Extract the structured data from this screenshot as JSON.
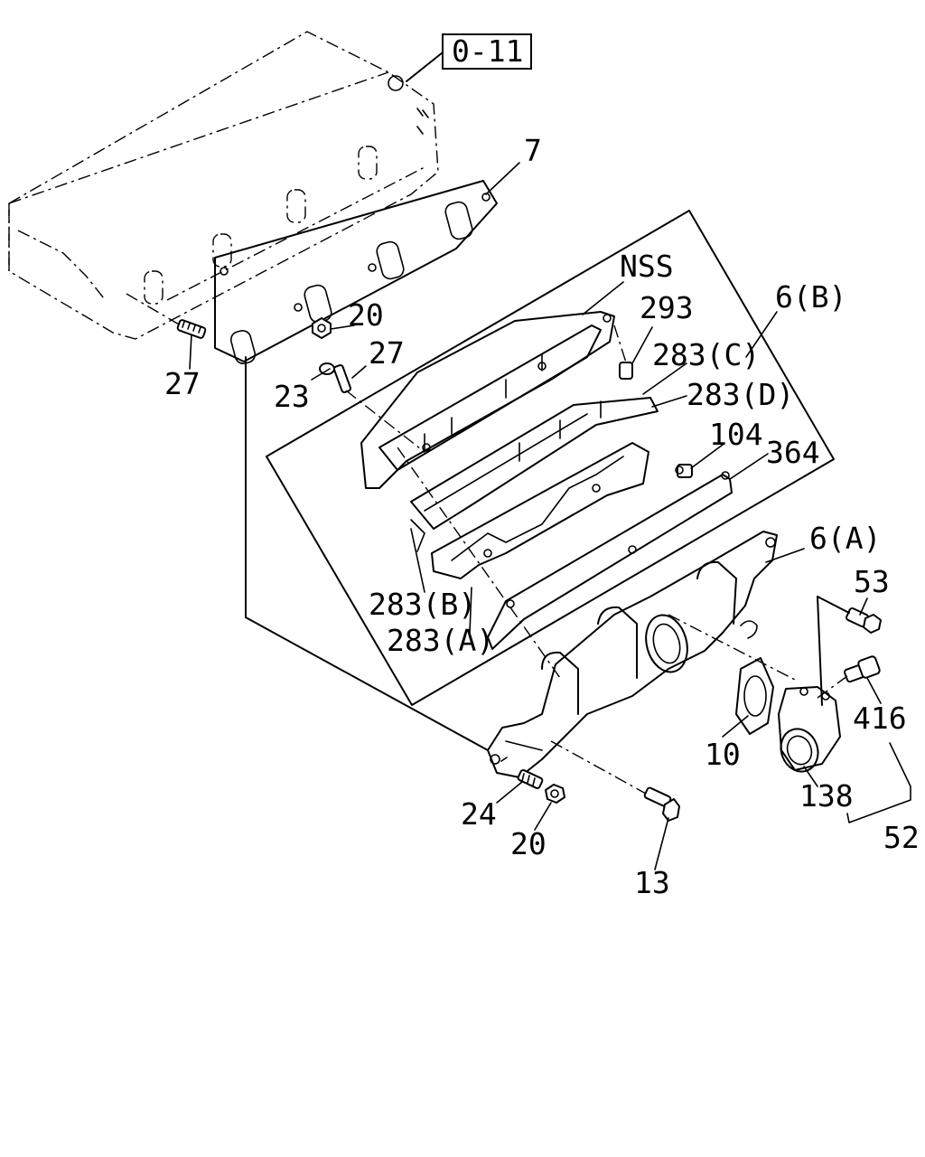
{
  "figure": {
    "ref_box": "0-11",
    "callouts": {
      "c7": "7",
      "nss": "NSS",
      "c293": "293",
      "c6b": "6(B)",
      "c20_top": "20",
      "c27_top": "27",
      "c27_left": "27",
      "c23": "23",
      "c283c": "283(C)",
      "c283d": "283(D)",
      "c104": "104",
      "c364": "364",
      "c6a": "6(A)",
      "c53": "53",
      "c283b": "283(B)",
      "c283a": "283(A)",
      "c416": "416",
      "c10": "10",
      "c138": "138",
      "c24": "24",
      "c20_bottom": "20",
      "c52": "52",
      "c13": "13"
    }
  }
}
